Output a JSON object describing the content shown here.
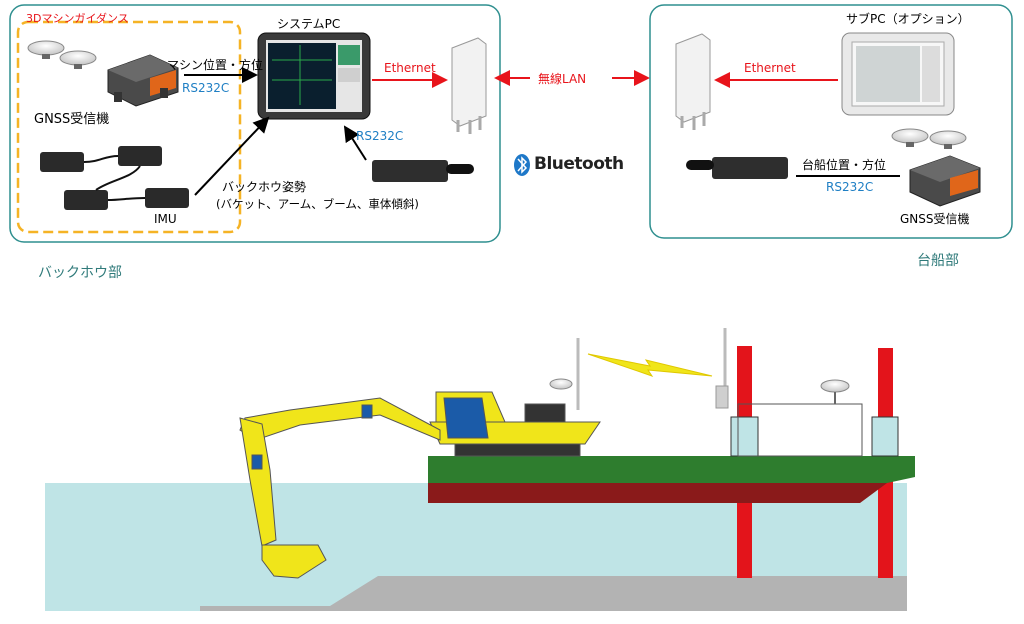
{
  "backhoe_panel": {
    "guidance_title": "3Dマシンガイダンス",
    "system_pc_label": "システムPC",
    "gnss_receiver_label": "GNSS受信機",
    "imu_label": "IMU",
    "machine_pos_label": "マシン位置・方位",
    "rs232c_top": "RS232C",
    "rs232c_mid": "RS232C",
    "ethernet_label": "Ethernet",
    "posture_title": "バックホウ姿勢",
    "posture_detail": "(バケット、アーム、ブーム、車体傾斜)",
    "section_caption": "バックホウ部"
  },
  "link": {
    "wireless_lan_label": "無線LAN",
    "bluetooth_label": "Bluetooth"
  },
  "barge_panel": {
    "sub_pc_label": "サブPC（オプション）",
    "ethernet_label": "Ethernet",
    "barge_pos_label": "台船位置・方位",
    "rs232c_label": "RS232C",
    "gnss_receiver_label": "GNSS受信機",
    "section_caption": "台船部"
  },
  "colors": {
    "panel_border": "#2f8f8f",
    "guidance_border": "#f5b325",
    "ethernet_red": "#e8141b",
    "rs232c_blue": "#1f7fc4",
    "water": "#bfe4e6",
    "seabed": "#b3b3b3",
    "excavator_yellow": "#f0e51a",
    "barge_green": "#2e7d2e",
    "barge_red": "#8a1a1a",
    "spud_red": "#e3141b",
    "bluetooth_blue": "#1e78c8"
  }
}
